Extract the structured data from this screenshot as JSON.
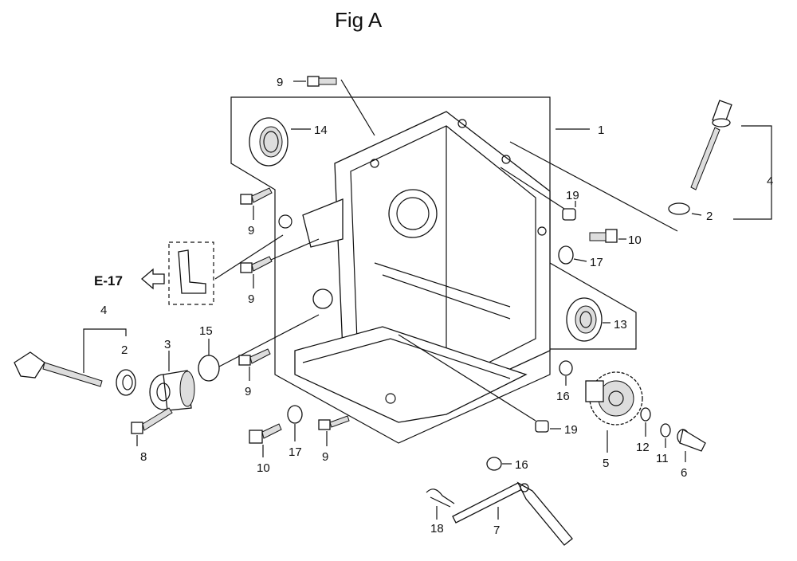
{
  "title": "Fig A",
  "reference_label": "E-17",
  "callouts": {
    "c1": "1",
    "c2a": "2",
    "c2b": "2",
    "c3": "3",
    "c4a": "4",
    "c4b": "4",
    "c5": "5",
    "c6": "6",
    "c7": "7",
    "c8": "8",
    "c9a": "9",
    "c9b": "9",
    "c9c": "9",
    "c9d": "9",
    "c9e": "9",
    "c10a": "10",
    "c10b": "10",
    "c11": "11",
    "c12": "12",
    "c13": "13",
    "c14": "14",
    "c15": "15",
    "c16a": "16",
    "c16b": "16",
    "c17a": "17",
    "c17b": "17",
    "c18": "18",
    "c19a": "19",
    "c19b": "19"
  }
}
